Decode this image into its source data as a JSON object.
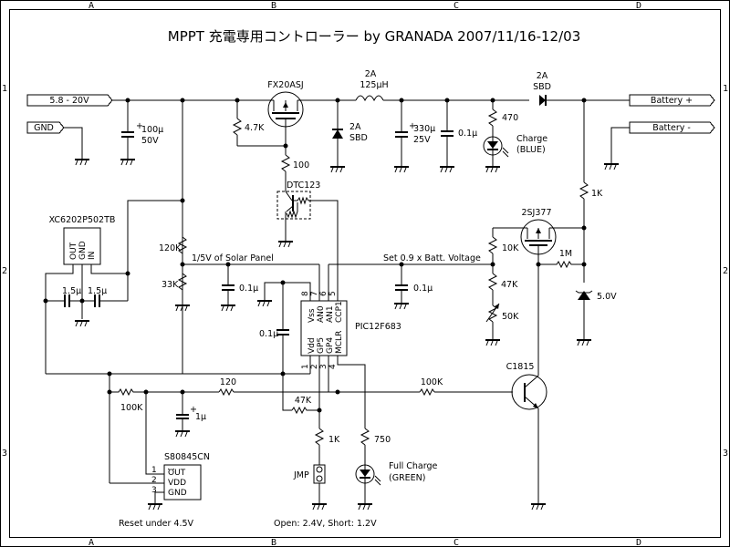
{
  "title": "MPPT 充電専用コントローラー by GRANADA 2007/11/16-12/03",
  "frame": {
    "columns": [
      "A",
      "B",
      "C",
      "D"
    ],
    "rows": [
      "1",
      "2",
      "3"
    ]
  },
  "ports": {
    "input_voltage": "5.8 - 20V",
    "gnd": "GND",
    "battery_plus": "Battery +",
    "battery_minus": "Battery -"
  },
  "components": {
    "c_in": {
      "value": "100μ",
      "rating": "50V"
    },
    "fet_main": {
      "name": "FX20ASJ"
    },
    "r_gate": {
      "value": "4.7K"
    },
    "r_gate_series": {
      "value": "100"
    },
    "dtc": {
      "name": "DTC123"
    },
    "inductor": {
      "current": "2A",
      "value": "125μH"
    },
    "d_freewheel": {
      "current": "2A",
      "type": "SBD"
    },
    "c_out": {
      "value": "330μ",
      "rating": "25V"
    },
    "c_out2": {
      "value": "0.1μ"
    },
    "d_out": {
      "current": "2A",
      "type": "SBD"
    },
    "r_led_blue": {
      "value": "470"
    },
    "led_blue": {
      "label": "Charge",
      "color": "(BLUE)"
    },
    "r_batt": {
      "value": "1K"
    },
    "regulator": {
      "name": "XC6202P502TB",
      "pins": [
        "OUT",
        "GND",
        "IN"
      ]
    },
    "c_reg1": {
      "value": "1.5μ"
    },
    "c_reg2": {
      "value": "1.5μ"
    },
    "r_div_top": {
      "value": "120K"
    },
    "r_div_bot": {
      "value": "33K"
    },
    "net_solar": {
      "label": "1/5V of Solar Panel"
    },
    "c_solar": {
      "value": "0.1μ"
    },
    "c_pic": {
      "value": "0.1μ"
    },
    "pic": {
      "name": "PIC12F683",
      "top_pins": [
        {
          "num": "8",
          "name": "Vss"
        },
        {
          "num": "7",
          "name": "AN0"
        },
        {
          "num": "6",
          "name": "AN1"
        },
        {
          "num": "5",
          "name": "CCP1"
        }
      ],
      "bottom_pins": [
        {
          "num": "1",
          "name": "Vdd"
        },
        {
          "num": "2",
          "name": "GP5"
        },
        {
          "num": "3",
          "name": "GP4"
        },
        {
          "num": "4",
          "name": "MCLR"
        }
      ]
    },
    "net_batt": {
      "label": "Set 0.9 x Batt. Voltage"
    },
    "c_batt": {
      "value": "0.1μ"
    },
    "fet_p": {
      "name": "2SJ377"
    },
    "r_p_top": {
      "value": "10K"
    },
    "r_p_mid": {
      "value": "47K"
    },
    "vr": {
      "value": "50K"
    },
    "r_1m": {
      "value": "1M"
    },
    "zener": {
      "value": "5.0V"
    },
    "tr": {
      "name": "C1815"
    },
    "r_base": {
      "value": "100K"
    },
    "r_reset": {
      "value": "100K"
    },
    "r_120": {
      "value": "120"
    },
    "c_reset": {
      "value": "1μ"
    },
    "r_47k": {
      "value": "47K"
    },
    "r_1k_jmp": {
      "value": "1K"
    },
    "r_750": {
      "value": "750"
    },
    "jumper": {
      "label": "JMP",
      "note": "Open: 2.4V, Short: 1.2V"
    },
    "led_green": {
      "label": "Full Charge",
      "color": "(GREEN)"
    },
    "reset_ic": {
      "name": "S80845CN",
      "pins": [
        "OUT",
        "VDD",
        "GND"
      ],
      "pin_nums": [
        "1",
        "2",
        "3"
      ],
      "note": "Reset under 4.5V"
    }
  }
}
